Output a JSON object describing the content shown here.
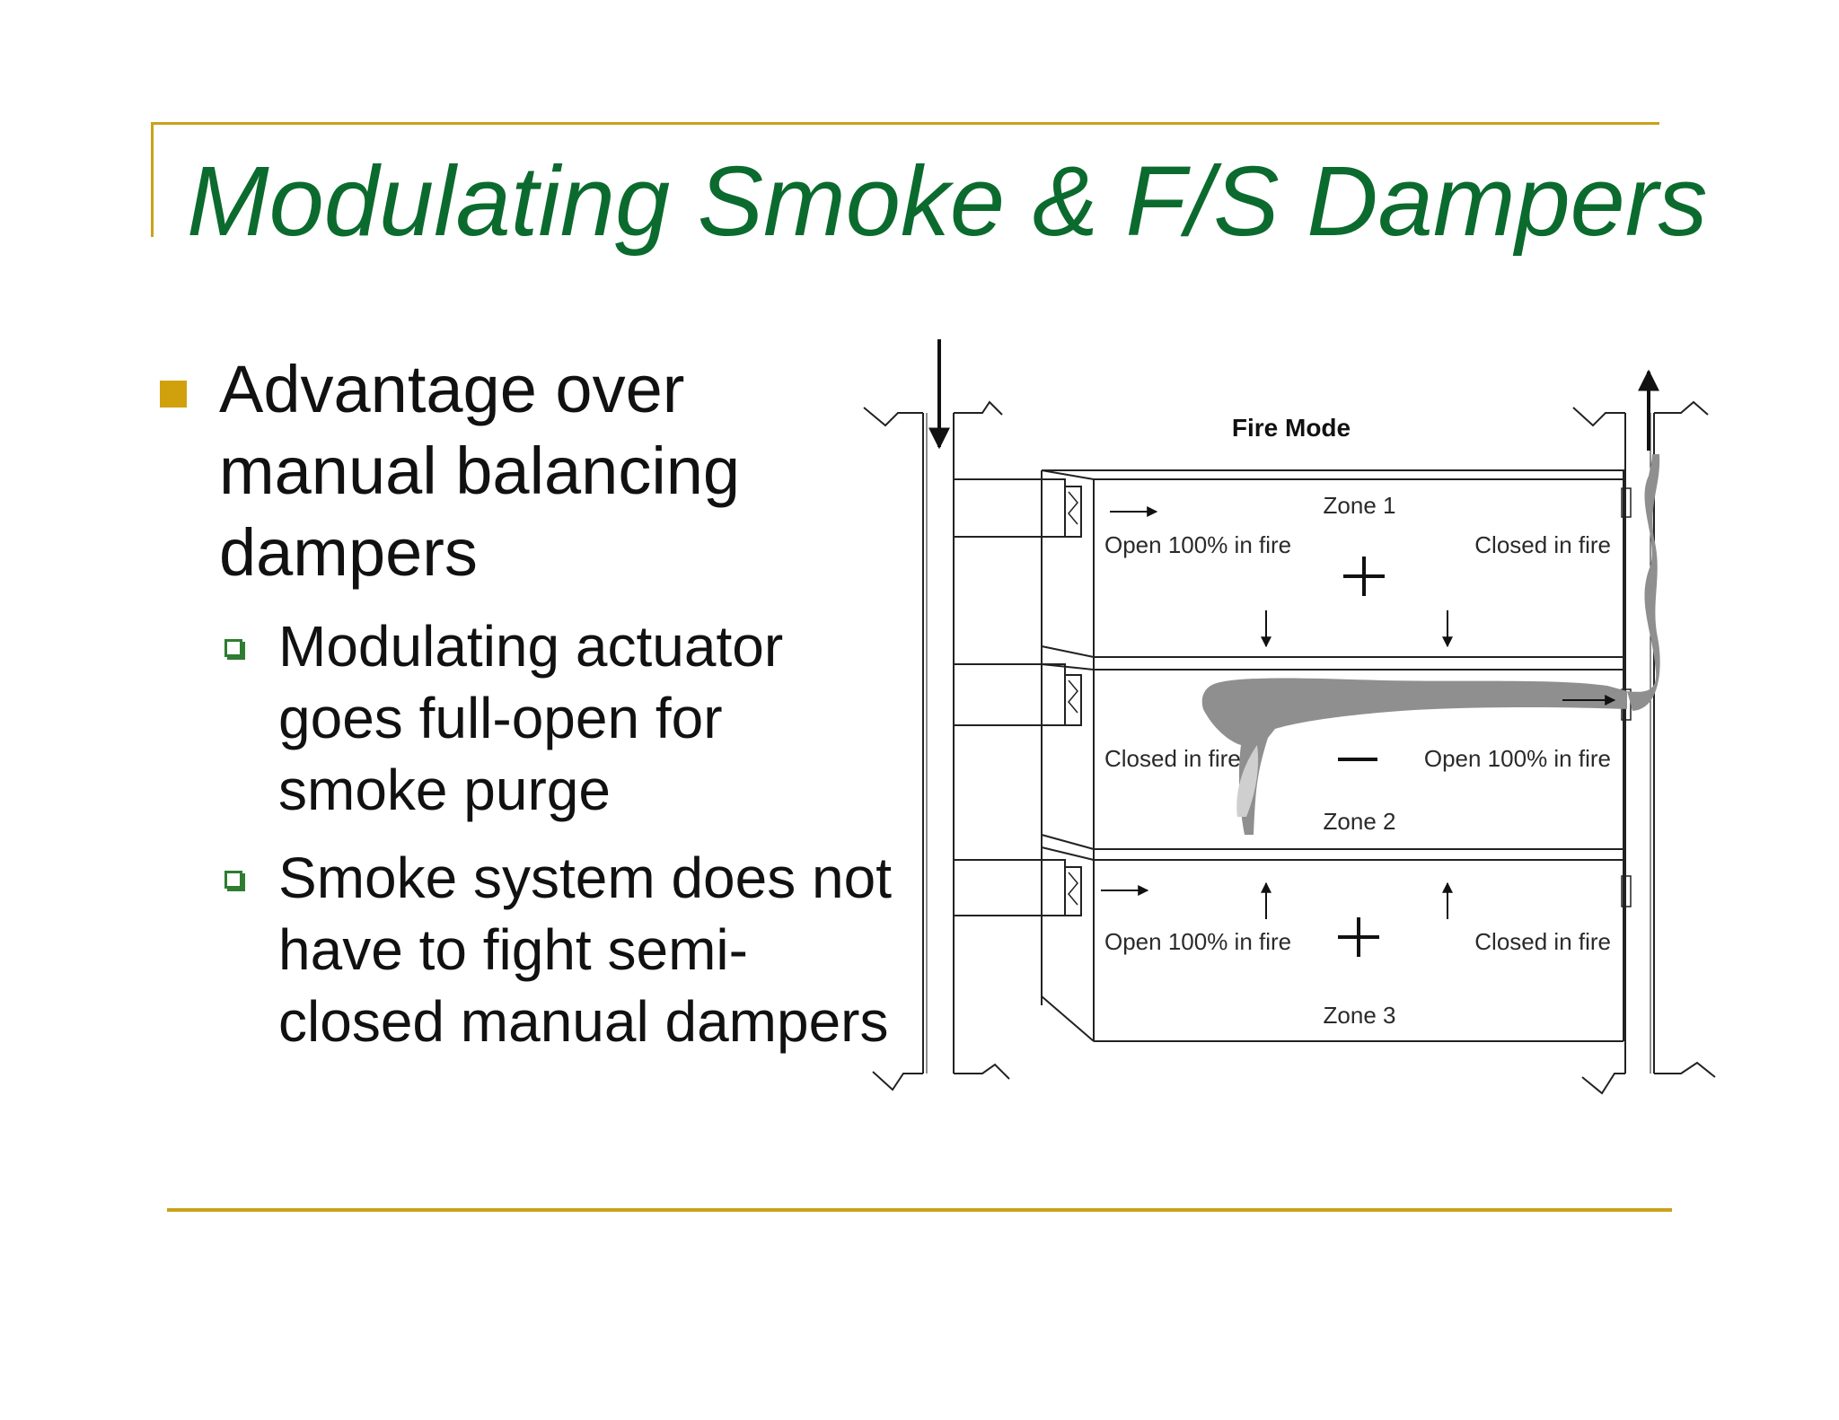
{
  "slide": {
    "title": "Modulating Smoke & F/S Dampers",
    "bullets": [
      {
        "text": "Advantage over manual balancing dampers",
        "sub": [
          {
            "text": "Modulating actuator goes full-open for smoke purge"
          },
          {
            "text": "Smoke system does not have to fight semi-closed manual dampers"
          }
        ]
      }
    ]
  },
  "diagram": {
    "title": "Fire Mode",
    "zones": [
      {
        "name": "Zone 1",
        "pressure": "+",
        "supply_damper": "Open 100% in fire",
        "exhaust_damper": "Closed in fire"
      },
      {
        "name": "Zone 2",
        "pressure": "−",
        "supply_damper": "Closed in fire",
        "exhaust_damper": "Open 100% in fire"
      },
      {
        "name": "Zone 3",
        "pressure": "+",
        "supply_damper": "Open 100% in fire",
        "exhaust_damper": "Closed in fire"
      }
    ]
  },
  "colors": {
    "title": "#0b6b2e",
    "rule": "#c9a21a",
    "bullet": "#d1a00d",
    "smoke": "#8f8f8f"
  }
}
